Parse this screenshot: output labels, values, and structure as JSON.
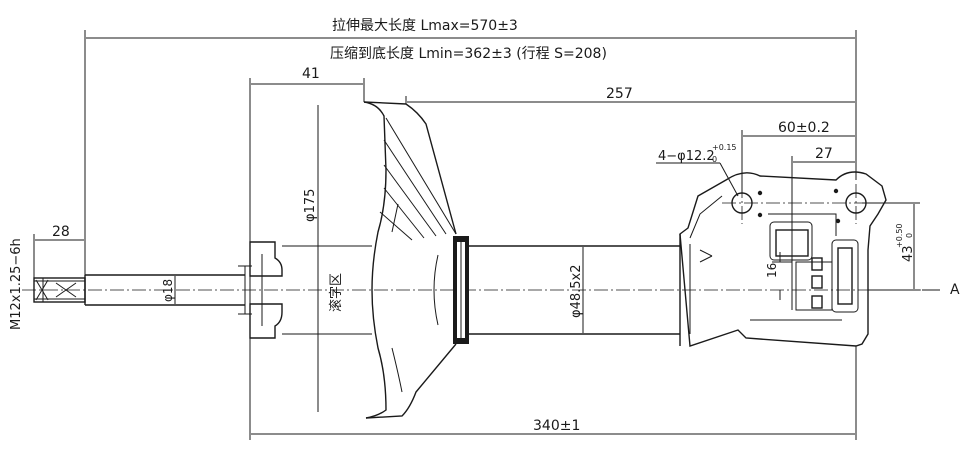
{
  "dimensions": {
    "lmax": "拉伸最大长度 Lmax=570±3",
    "lmin": "压缩到底长度 Lmin=362±3 (行程 S=208)",
    "d41": "41",
    "d257": "257",
    "d60": "60±0.2",
    "d27": "27",
    "d28": "28",
    "hole_main": "4−φ12.2",
    "hole_tol_up": "+0.15",
    "hole_tol_low": "0",
    "d175": "φ175",
    "rod": "φ18",
    "tube": "φ48.5x2",
    "label_zone": "滚字区",
    "d16": "16",
    "d43": "43",
    "d43_tol_up": "+0.50",
    "d43_tol_low": "0",
    "thread": "M12x1.25−6h",
    "section": "A",
    "d340": "340±1"
  }
}
